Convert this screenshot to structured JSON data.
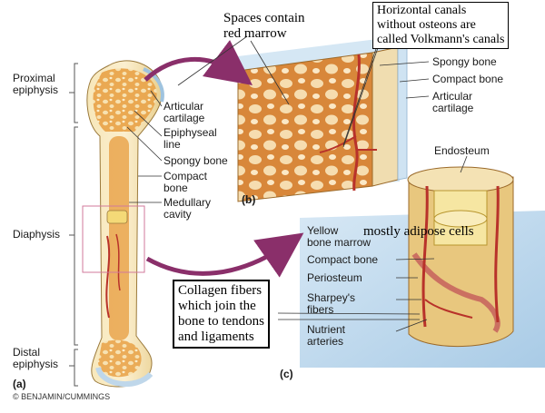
{
  "regions": {
    "proximal": "Proximal\nepiphysis",
    "diaphysis": "Diaphysis",
    "distal": "Distal\nepiphysis"
  },
  "bone_labels": {
    "articular": "Articular\ncartilage",
    "epiphyseal": "Epiphyseal\nline",
    "spongy": "Spongy bone",
    "compact": "Compact\nbone",
    "medullary": "Medullary\ncavity"
  },
  "panel_b": {
    "tag": "(b)",
    "spongy": "Spongy bone",
    "compact": "Compact bone",
    "articular": "Articular\ncartilage"
  },
  "panel_c": {
    "tag": "(c)",
    "endosteum": "Endosteum",
    "yellow_marrow": "Yellow\nbone marrow",
    "compact": "Compact bone",
    "periosteum": "Periosteum",
    "sharpeys": "Sharpey's\nfibers",
    "nutrient": "Nutrient\narteries"
  },
  "panel_a": {
    "tag": "(a)"
  },
  "annotations": {
    "red_marrow": "Spaces contain\nred marrow",
    "volkmann": "Horizontal canals\nwithout osteons are\ncalled Volkmann's canals",
    "adipose": "mostly adipose cells",
    "collagen": "Collagen fibers\nwhich join the\nbone to tendons\nand ligaments"
  },
  "credit": "© BENJAMIN/CUMMINGS",
  "colors": {
    "bone": "#f3dfa6",
    "spongy": "#e7a24a",
    "cartilage": "#cfe3f2",
    "vessel": "#b8322a",
    "arrow": "#8a2f6a",
    "background_blue": "#bcd8ee"
  }
}
